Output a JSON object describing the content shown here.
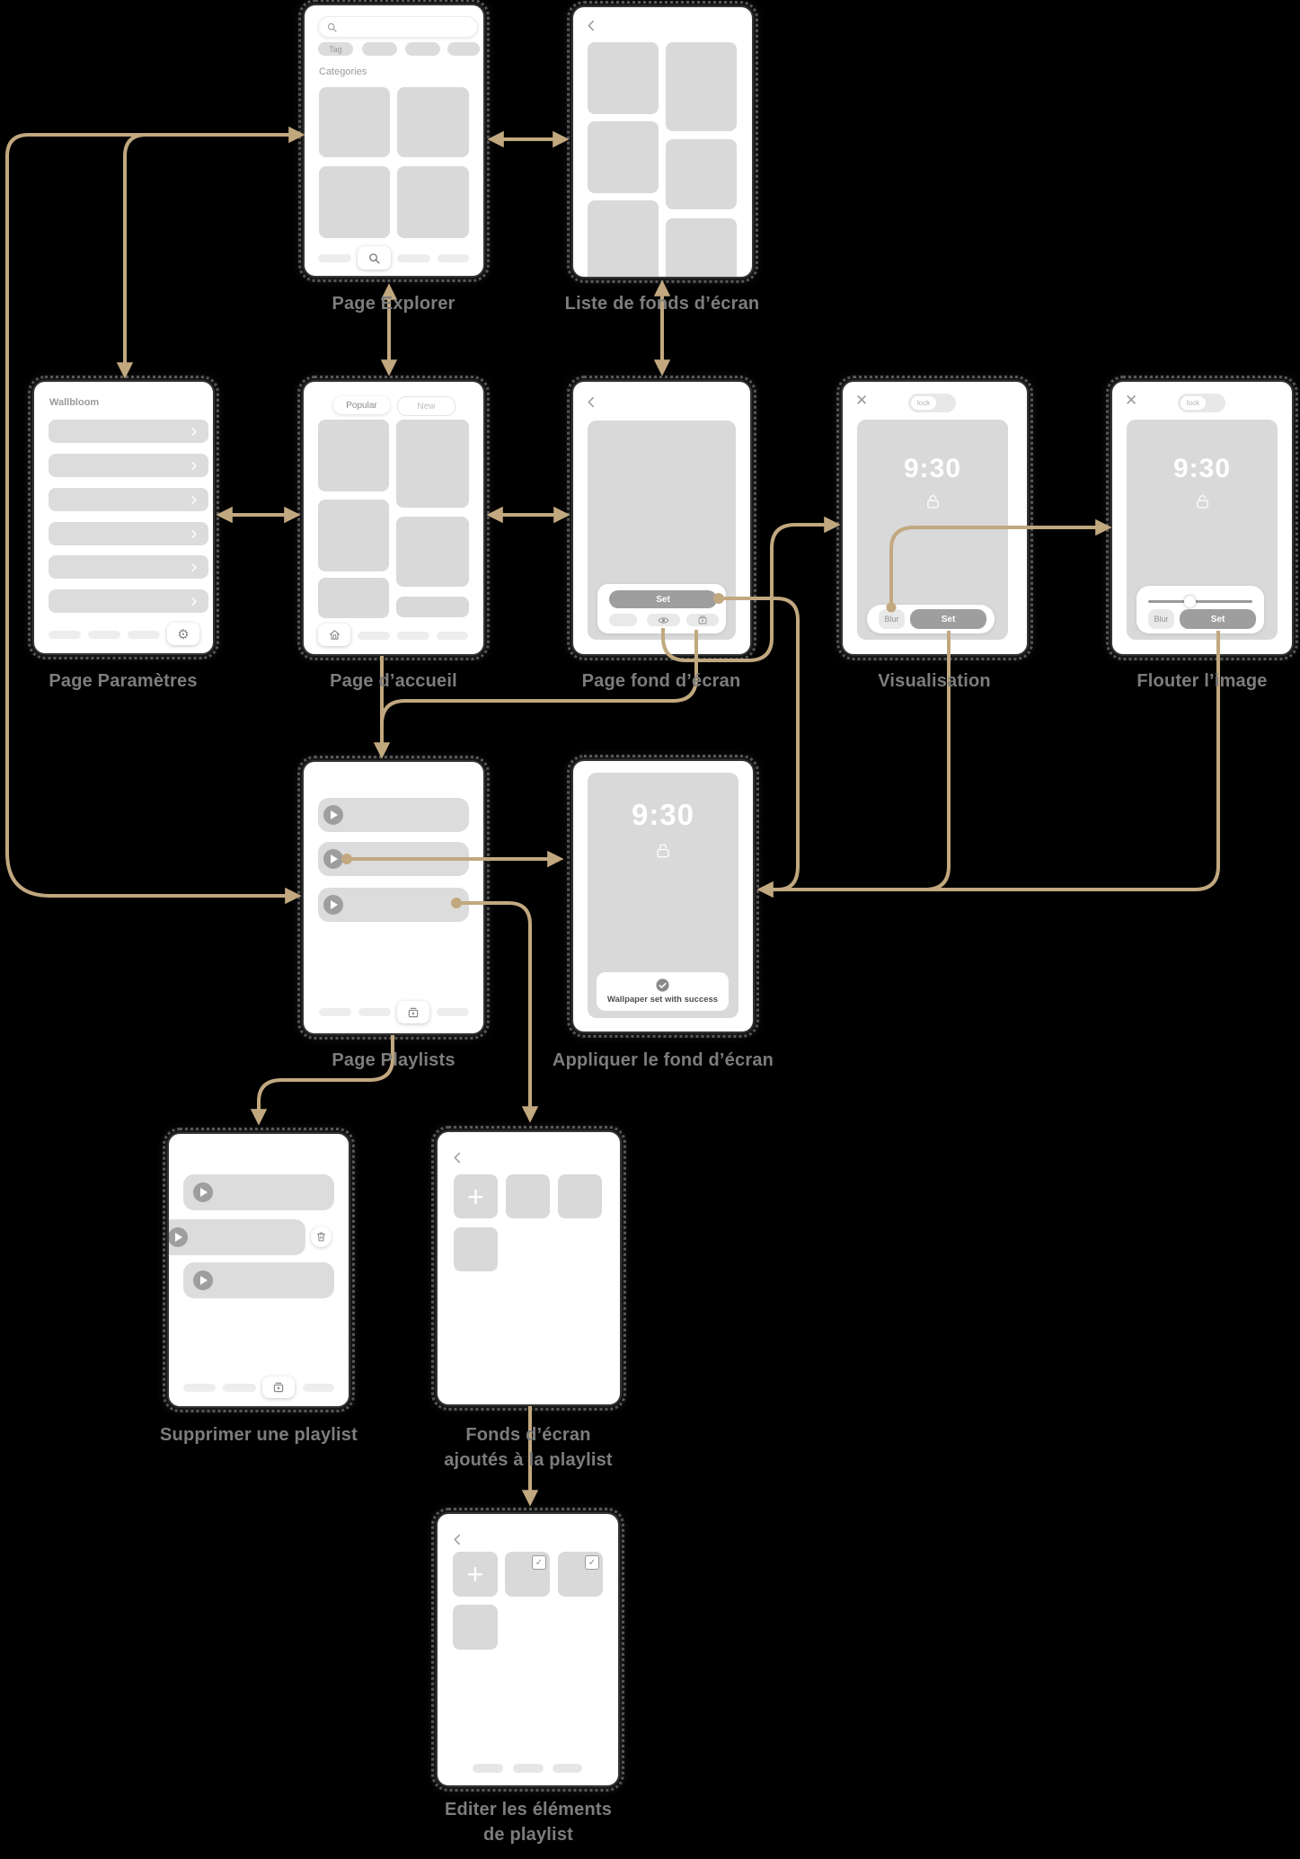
{
  "colors": {
    "background": "#000000",
    "connector": "#c2a87f",
    "label_text": "#7d7d7d",
    "placeholder": "#d9d9d9",
    "dark_button": "#9e9e9e"
  },
  "icons": {
    "search": "magnifier",
    "back": "chevron-left",
    "forward": "chevron-right",
    "close": "✕",
    "gear": "⚙",
    "home": "house",
    "eye": "eye",
    "playlist": "video-library",
    "play": "triangle",
    "trash": "trash-can",
    "lock": "padlock",
    "check": "checkmark",
    "plus": "+"
  },
  "screens": {
    "explorer": {
      "label": "Page Explorer",
      "tag_chip": "Tag",
      "categories_title": "Categories"
    },
    "wallpaper_list": {
      "label": "Liste de fonds d’écran"
    },
    "settings": {
      "label": "Page Paramètres",
      "app_title": "Wallbloom"
    },
    "home": {
      "label": "Page d’accueil",
      "tab_popular": "Popular",
      "tab_new": "New"
    },
    "wallpaper_detail": {
      "label": "Page fond d’écran",
      "set_button": "Set"
    },
    "preview": {
      "label": "Visualisation",
      "lock_toggle": "lock",
      "time": "9:30",
      "blur_button": "Blur",
      "set_button": "Set"
    },
    "blur_image": {
      "label": "Flouter l’image",
      "lock_toggle": "lock",
      "time": "9:30",
      "blur_button": "Blur",
      "set_button": "Set"
    },
    "playlists": {
      "label": "Page Playlists"
    },
    "apply_wallpaper": {
      "label": "Appliquer le fond d’écran",
      "time": "9:30",
      "toast_message": "Wallpaper set with success"
    },
    "delete_playlist": {
      "label": "Supprimer une playlist"
    },
    "playlist_items": {
      "label_line1": "Fonds d’écran",
      "label_line2": "ajoutés à la playlist"
    },
    "edit_playlist": {
      "label_line1": "Editer les éléments",
      "label_line2": "de playlist"
    }
  }
}
